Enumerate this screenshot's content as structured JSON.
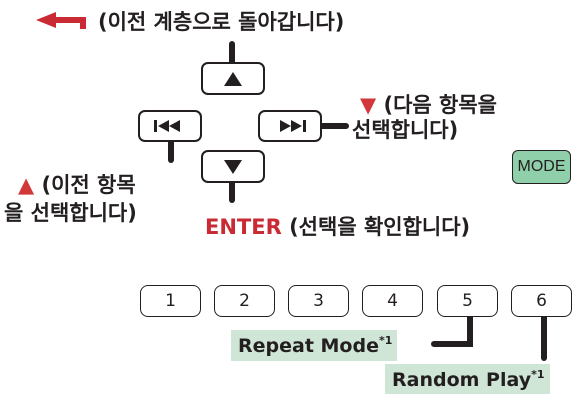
{
  "back": {
    "icon": "back-arrow-icon",
    "label": "(이전 계층으로 돌아갑니다)"
  },
  "keys": {
    "up_icon": "up-triangle-icon",
    "down_icon": "down-triangle-icon",
    "prev_icon": "previous-track-icon",
    "next_icon": "next-track-icon"
  },
  "next_label": {
    "symbol": "▼",
    "line1": "(다음 항목을",
    "line2": "선택합니다)"
  },
  "prev_label": {
    "symbol": "▲",
    "line1": "(이전 항목",
    "line2": "을 선택합니다)"
  },
  "enter_label": {
    "key": "ENTER",
    "text": "(선택을 확인합니다)"
  },
  "mode_button": "MODE",
  "number_buttons": [
    "1",
    "2",
    "3",
    "4",
    "5",
    "6"
  ],
  "repeat_mode": {
    "label": "Repeat Mode",
    "note": "*1"
  },
  "random_play": {
    "label": "Random Play",
    "note": "*1"
  },
  "colors": {
    "accent_red": "#c92a34",
    "mode_green": "#8fd0ab",
    "tag_green": "#cfe5d6",
    "line": "#231f20"
  }
}
